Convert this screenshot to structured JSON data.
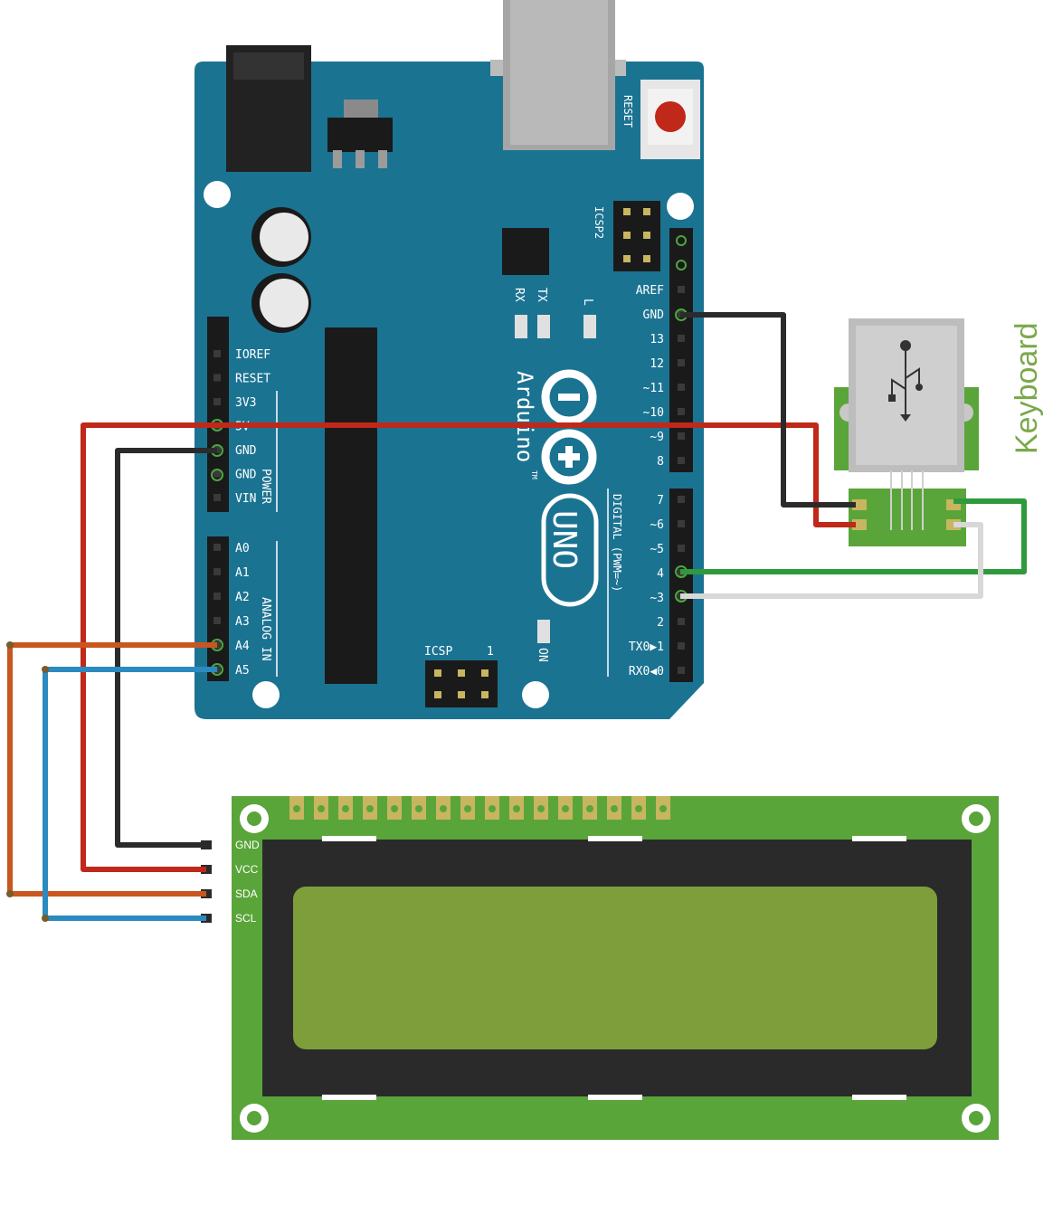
{
  "arduino": {
    "model": "UNO",
    "brand": "Arduino",
    "trademark": "TM",
    "reset_label": "RESET",
    "icsp2_label": "ICSP2",
    "icsp_label": "ICSP",
    "icsp_pin1": "1",
    "tx_label": "TX",
    "rx_label": "RX",
    "l_label": "L",
    "on_label": "ON",
    "power_group": "POWER",
    "analog_group": "ANALOG IN",
    "digital_group": "DIGITAL (PWM=~)",
    "power_pins": [
      "IOREF",
      "RESET",
      "3V3",
      "5V",
      "GND",
      "GND",
      "VIN"
    ],
    "analog_pins": [
      "A0",
      "A1",
      "A2",
      "A3",
      "A4",
      "A5"
    ],
    "digital_pins_top": [
      "AREF",
      "GND",
      "13",
      "12",
      "~11",
      "~10",
      "~9",
      "8"
    ],
    "digital_pins_bottom": [
      "7",
      "~6",
      "~5",
      "4",
      "~3",
      "2",
      "TX0▶1",
      "RX0◀0"
    ],
    "board_color": "#1b7392"
  },
  "lcd": {
    "pins": [
      "GND",
      "VCC",
      "SDA",
      "SCL"
    ],
    "pcb_color": "#5aa53a",
    "screen_color": "#7e9e3c"
  },
  "keyboard": {
    "label": "Keyboard",
    "label_color": "#7ba84a"
  },
  "wires": {
    "gnd_color": "#2b2b2b",
    "vcc_color": "#c0281a",
    "sda_color": "#c9561f",
    "scl_color": "#2a8bc0",
    "data_color": "#2e9a3c",
    "clock_color": "#d8d8d8"
  }
}
